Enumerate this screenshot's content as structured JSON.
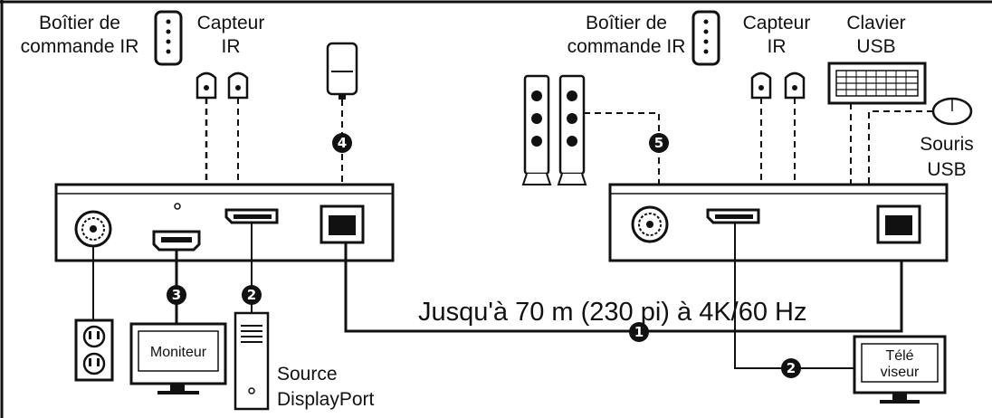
{
  "transmitter": {
    "ir_blaster_label": [
      "Boîtier de",
      "commande IR"
    ],
    "ir_sensor_label": [
      "Capteur",
      "IR"
    ]
  },
  "receiver": {
    "ir_blaster_label": [
      "Boîtier de",
      "commande IR"
    ],
    "ir_sensor_label": [
      "Capteur",
      "IR"
    ],
    "keyboard_label": [
      "Clavier",
      "USB"
    ],
    "mouse_label": [
      "Souris",
      "USB"
    ]
  },
  "monitor_label": "Moniteur",
  "tv_label": [
    "Télé",
    "viseur"
  ],
  "source_label": [
    "Source",
    "DisplayPort"
  ],
  "distance_label": "Jusqu'à 70 m (230 pi) à 4K/60 Hz",
  "callouts": {
    "cable": "1",
    "dp_source": "2",
    "dp_tv": "2",
    "hdmi_monitor": "3",
    "power": "4",
    "speakers": "5"
  }
}
